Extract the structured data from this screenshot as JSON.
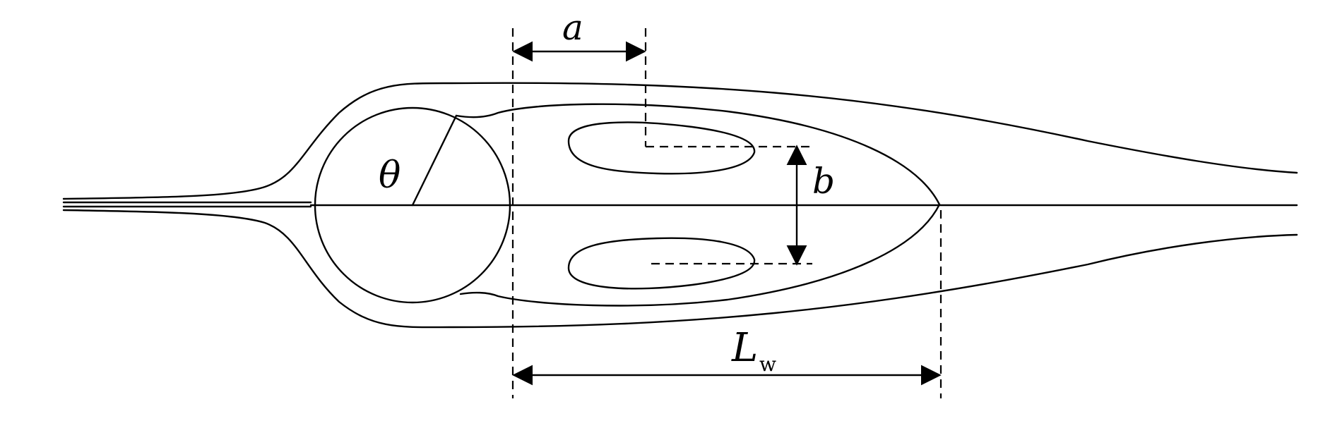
{
  "labels": {
    "theta": "θ",
    "a": "a",
    "b": "b",
    "L": "L",
    "L_sub": "w"
  }
}
